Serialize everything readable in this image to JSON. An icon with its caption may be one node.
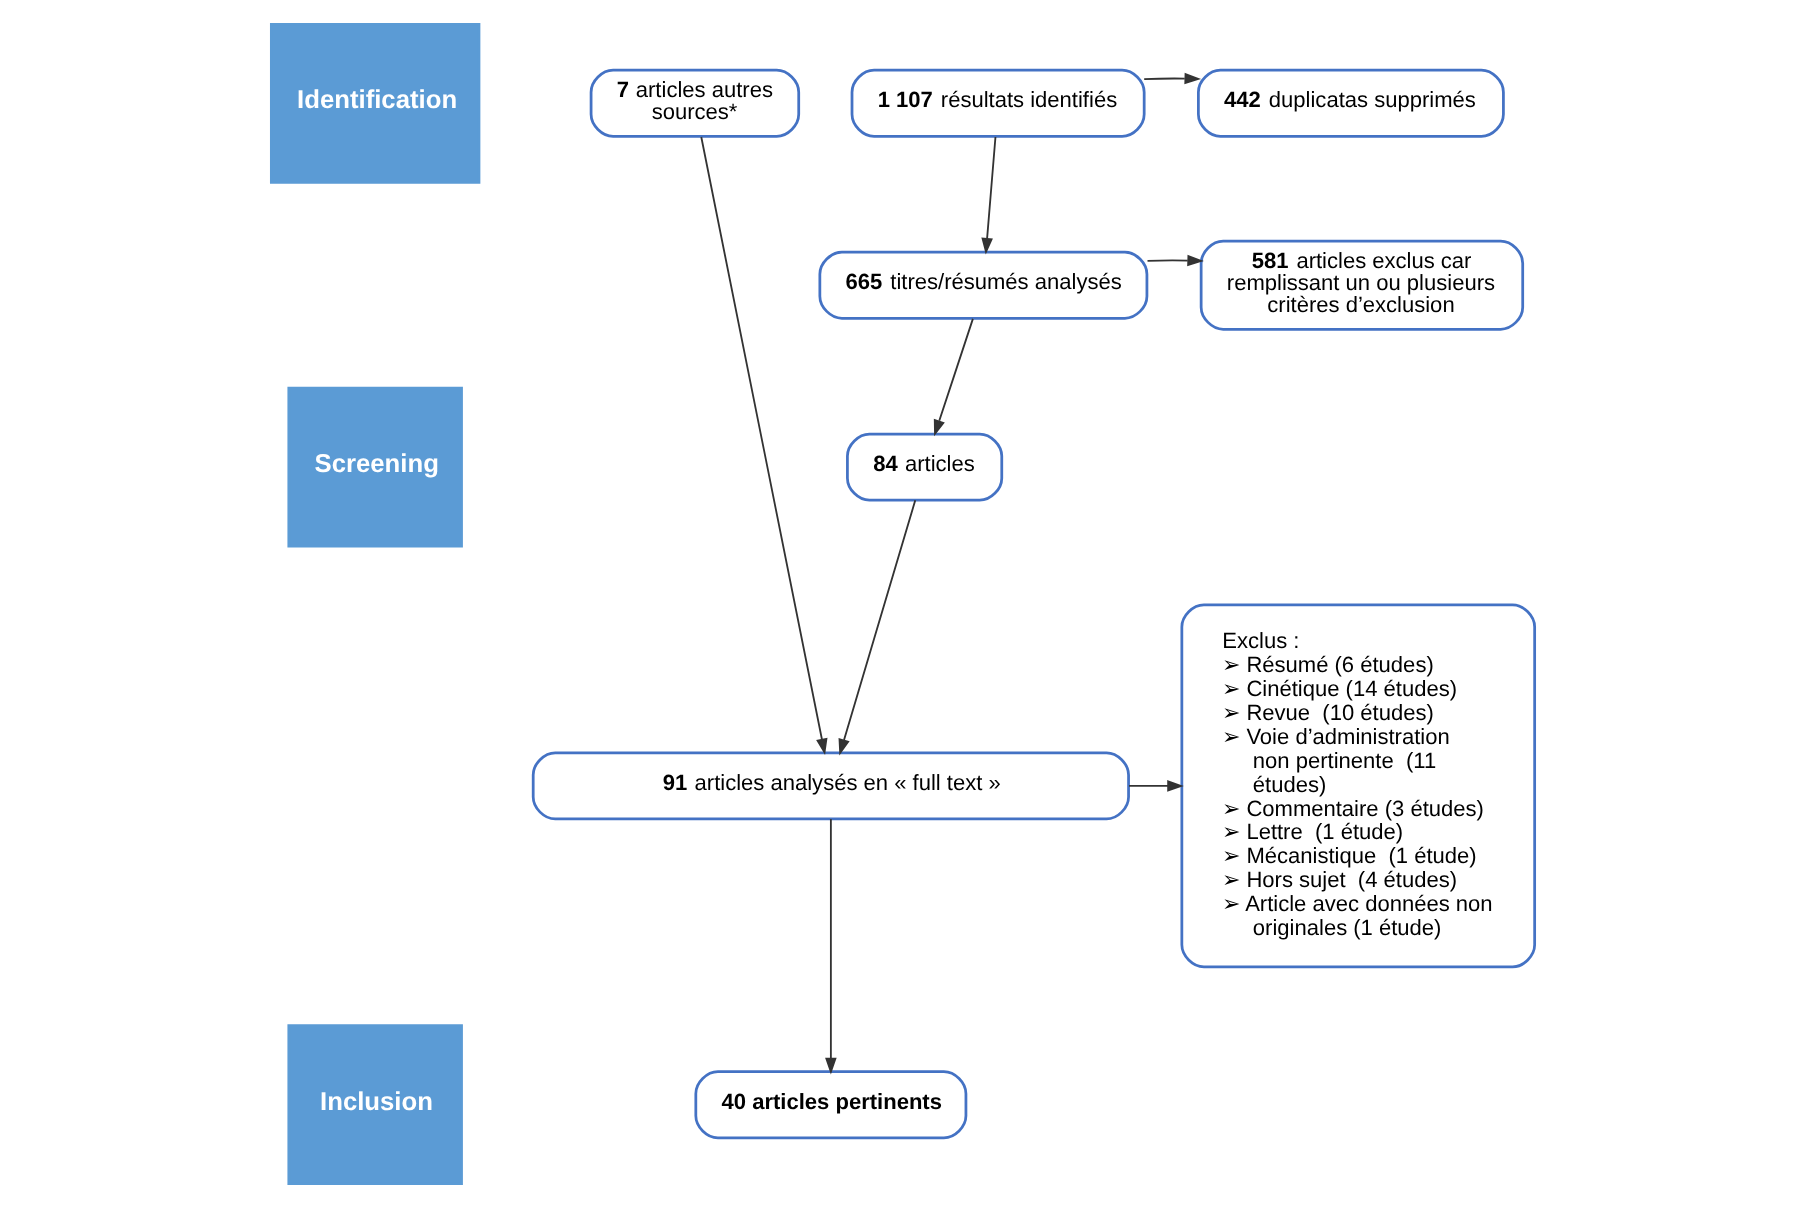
{
  "diagram": {
    "nodes": [
      {
        "text": [
          "Identification"
        ]
      },
      {
        "text": [
          "Screening"
        ]
      },
      {
        "text": [
          "Inclusion"
        ]
      },
      {
        "text": [
          "**7** articles autres sources*"
        ]
      },
      {
        "text": [
          "**1 107** résultats identifiés"
        ]
      },
      {
        "text": [
          "**442** duplicatas supprimés"
        ]
      },
      {
        "text": [
          "**665** titres/résumés analysés"
        ]
      },
      {
        "text": [
          "**581** articles exclus car remplissant un ou plusieurs critères d’exclusion"
        ]
      },
      {
        "text": [
          "**84** articles"
        ]
      },
      {
        "text": [
          "**91** articles analysés en « full text »"
        ]
      },
      {
        "text": [
          "Exclus :",
          "➢ Résumé (6 études)",
          "➢ Cinétique (14 études)",
          "➢ Revue  (10 études)",
          "➢ Voie d’administration non pertinente  (11 études)",
          "➢ Commentaire (3 études)",
          "➢ Lettre  (1 étude)",
          "➢ Mécanistique  (1 étude)",
          "➢ Hors sujet  (4 études)",
          "➢ Article avec données non originales (1 étude)"
        ]
      },
      {
        "text": [
          "40 articles pertinents"
        ]
      }
    ],
    "edges": [
      {
        "from": 3,
        "to": 9,
        "arrow": "to"
      },
      {
        "from": 4,
        "to": 5,
        "arrow": "to"
      },
      {
        "from": 4,
        "to": 6,
        "arrow": "to"
      },
      {
        "from": 6,
        "to": 7,
        "arrow": "to"
      },
      {
        "from": 6,
        "to": 8,
        "arrow": "to"
      },
      {
        "from": 8,
        "to": 9,
        "arrow": "to"
      },
      {
        "from": 9,
        "to": 10,
        "arrow": "to"
      },
      {
        "from": 9,
        "to": 11,
        "arrow": "to"
      }
    ]
  }
}
